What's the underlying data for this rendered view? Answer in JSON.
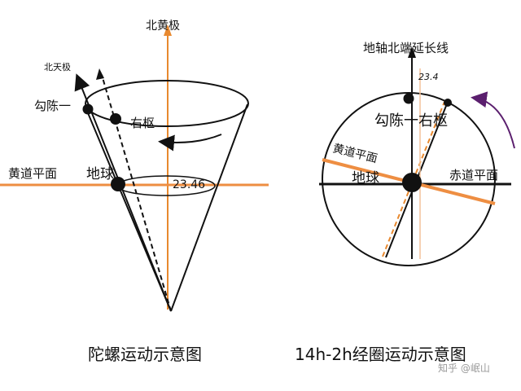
{
  "colors": {
    "orange": "#E8892F",
    "orange_line": "#EE8E42",
    "purple": "#5B1F6E",
    "black": "#111111",
    "gray": "#8a8a8a"
  },
  "left_diagram": {
    "caption": "陀螺运动示意图",
    "labels": {
      "north_ecliptic_pole": "北黄极",
      "north_celestial_pole": "北天极",
      "polaris": "勾陈一",
      "thuban": "右枢",
      "ecliptic_plane": "黄道平面",
      "earth": "地球",
      "angle": "23.46"
    }
  },
  "right_diagram": {
    "caption": "14h-2h经圈运动示意图",
    "labels": {
      "axis_extension": "地轴北端延长线",
      "small_angle": "23.4",
      "polaris_thuban": "勾陈一右枢",
      "ecliptic_plane": "黄道平面",
      "earth": "地球",
      "equatorial_plane": "赤道平面"
    }
  },
  "watermark": "知乎 @岷山"
}
